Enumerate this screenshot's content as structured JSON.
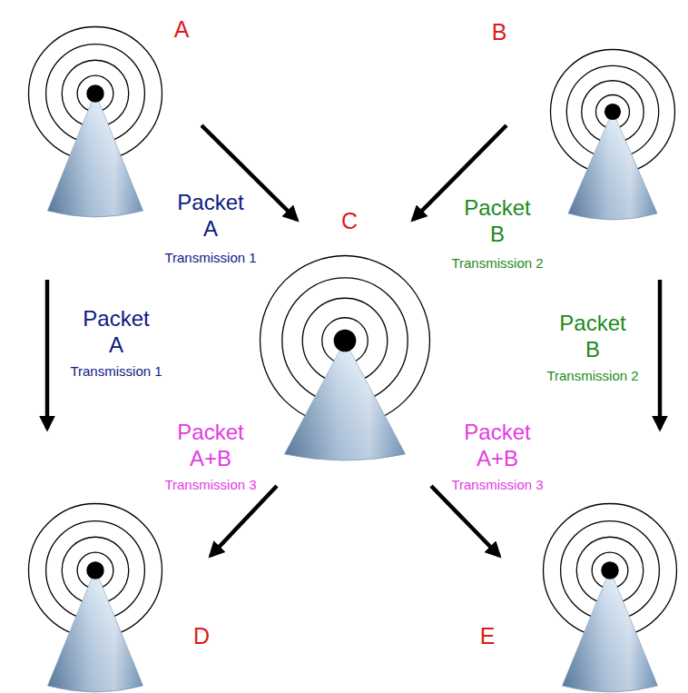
{
  "diagram": {
    "nodes": [
      {
        "text": [
          "A"
        ]
      },
      {
        "text": [
          "B"
        ]
      },
      {
        "text": [
          "C"
        ]
      },
      {
        "text": [
          "D"
        ]
      },
      {
        "text": [
          "E"
        ]
      }
    ],
    "edges": [
      {
        "from": 0,
        "to": 2,
        "label": "Packet A",
        "arrow": "to"
      },
      {
        "from": 0,
        "to": 3,
        "label": "Packet A",
        "arrow": "to"
      },
      {
        "from": 1,
        "to": 2,
        "label": "Packet B",
        "arrow": "to"
      },
      {
        "from": 1,
        "to": 4,
        "label": "Packet B",
        "arrow": "to"
      },
      {
        "from": 2,
        "to": 3,
        "label": "Packet A+B",
        "arrow": "to"
      },
      {
        "from": 2,
        "to": 4,
        "label": "Packet A+B",
        "arrow": "to"
      }
    ],
    "labels": [
      "Transmission 1",
      "Transmission 1",
      "Transmission 2",
      "Transmission 2",
      "Transmission 3",
      "Transmission 3"
    ]
  }
}
